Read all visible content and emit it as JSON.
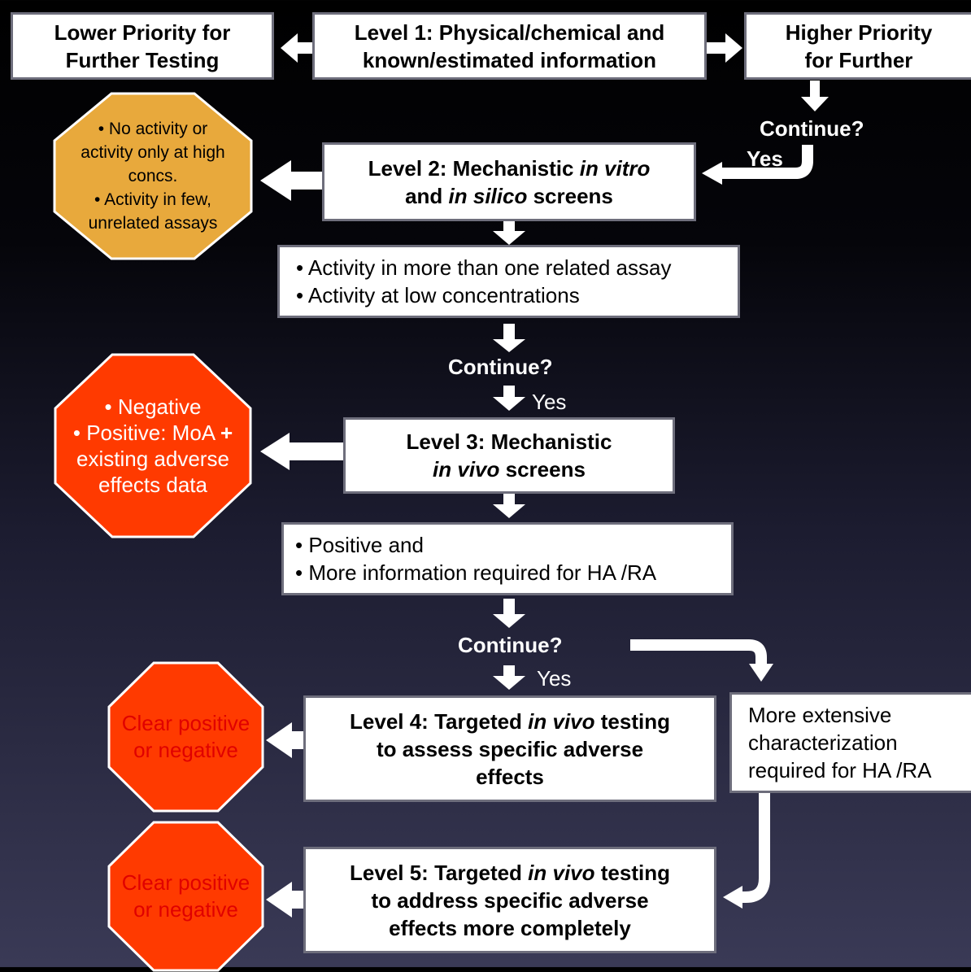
{
  "level1": {
    "text": "Level 1: Physical/chemical and known/estimated information"
  },
  "lower_priority": {
    "line1": "Lower Priority for",
    "line2": "Further Testing"
  },
  "higher_priority": {
    "line1": "Higher Priority",
    "line2": "for Further"
  },
  "continue_1": "Continue?",
  "yes_1": "Yes",
  "level2": {
    "pre1": "Level 2: Mechanistic ",
    "it1": "in vitro",
    "pre2": "and ",
    "it2": "in silico",
    "post2": " screens"
  },
  "stop_level2": {
    "bullet1a": "• No activity or",
    "bullet1b": "activity only at high",
    "bullet1c": "concs.",
    "bullet2a": "• Activity in few,",
    "bullet2b": "unrelated assays",
    "color": "#e8a93c"
  },
  "criteria2": {
    "line1": "• Activity in more than one related assay",
    "line2": "• Activity at low concentrations"
  },
  "continue_2": "Continue?",
  "yes_2": "Yes",
  "level3": {
    "line1": "Level 3: Mechanistic",
    "it": "in vivo",
    "post": " screens"
  },
  "stop_level3": {
    "line1": "• Negative",
    "line2a": "• Positive: MoA ",
    "line2b": "+",
    "line3": "existing adverse",
    "line4": "effects data",
    "color": "#ff3a00"
  },
  "criteria3": {
    "line1": "• Positive and",
    "line2": "• More information required for HA /RA"
  },
  "continue_3": "Continue?",
  "yes_3": "Yes",
  "level4": {
    "pre": "Level 4: Targeted ",
    "it": "in vivo",
    "post": " testing",
    "line2": "to assess specific adverse",
    "line3": "effects"
  },
  "stop_level4": {
    "line1": "Clear positive",
    "line2": "or negative",
    "color": "#ff3a00"
  },
  "extensive": {
    "line1": "More extensive",
    "line2": "characterization",
    "line3": "required for HA /RA"
  },
  "level5": {
    "pre": "Level 5: Targeted ",
    "it": "in vivo",
    "post": " testing",
    "line2": "to address specific adverse",
    "line3": "effects more completely"
  },
  "stop_level5": {
    "line1": "Clear positive",
    "line2": "or negative",
    "color": "#ff3a00"
  }
}
